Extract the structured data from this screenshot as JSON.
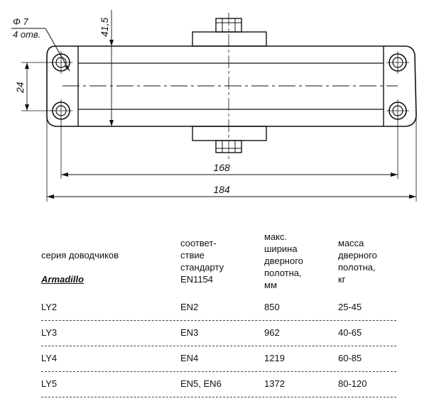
{
  "drawing": {
    "hole_diameter": "Φ 7",
    "hole_count": "4 отв.",
    "dim_height": "41,5",
    "dim_hole_spacing": "24",
    "dim_inner_length": "168",
    "dim_overall_length": "184"
  },
  "table": {
    "headers": {
      "series_line1": "серия доводчиков",
      "series_brand": "Armadillo",
      "standard": "соответ-\nствие\nстандарту\nEN1154",
      "max_width": "макс.\nширина\nдверного\nполотна,\nмм",
      "mass": "масса\nдверного\nполотна,\nкг"
    },
    "rows": [
      {
        "model": "LY2",
        "standard": "EN2",
        "width": "850",
        "mass": "25-45"
      },
      {
        "model": "LY3",
        "standard": "EN3",
        "width": "962",
        "mass": "40-65"
      },
      {
        "model": "LY4",
        "standard": "EN4",
        "width": "1219",
        "mass": "60-85"
      },
      {
        "model": "LY5",
        "standard": "EN5, EN6",
        "width": "1372",
        "mass": "80-120"
      }
    ]
  }
}
